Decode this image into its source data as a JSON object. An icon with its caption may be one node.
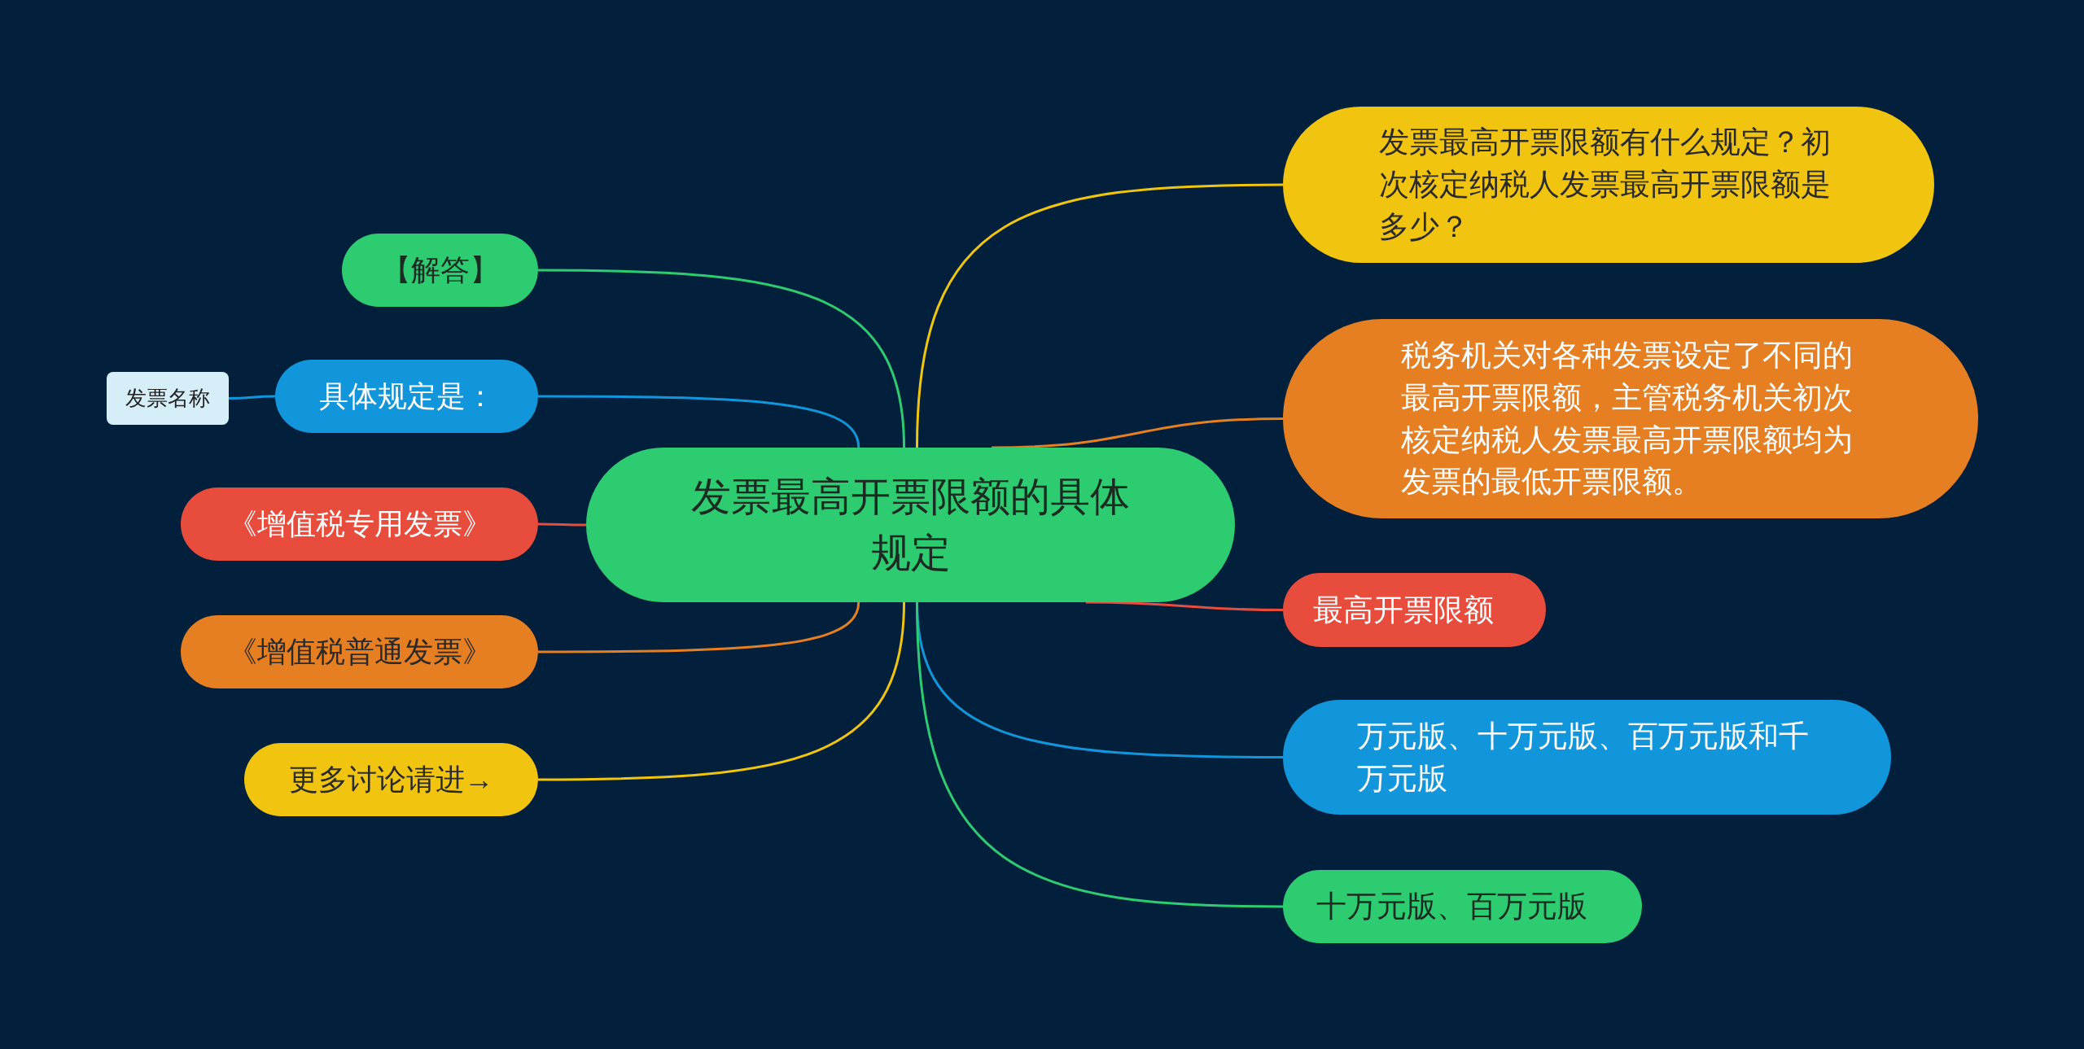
{
  "diagram": {
    "nodes": [
      {
        "text": [
          "发票最高开票限额的具体规定"
        ]
      },
      {
        "text": [
          "发票最高开票限额有什么规定？初次核定纳税人发票最高开票限额是多少？"
        ]
      },
      {
        "text": [
          "税务机关对各种发票设定了不同的最高开票限额，主管税务机关初次核定纳税人发票最高开票限额均为发票的最低开票限额。"
        ]
      },
      {
        "text": [
          "最高开票限额"
        ]
      },
      {
        "text": [
          "万元版、十万元版、百万元版和千万元版"
        ]
      },
      {
        "text": [
          "十万元版、百万元版"
        ]
      },
      {
        "text": [
          "【解答】"
        ]
      },
      {
        "text": [
          "具体规定是："
        ]
      },
      {
        "text": [
          "发票名称"
        ]
      },
      {
        "text": [
          "《增值税专用发票》"
        ]
      },
      {
        "text": [
          "《增值税普通发票》"
        ]
      },
      {
        "text": [
          "更多讨论请进→"
        ]
      }
    ],
    "edges": [
      {
        "from": 0,
        "to": 1,
        "arrow": "none",
        "color": "#f1c40f"
      },
      {
        "from": 0,
        "to": 2,
        "arrow": "none",
        "color": "#e67e22"
      },
      {
        "from": 0,
        "to": 3,
        "arrow": "none",
        "color": "#e74c3c"
      },
      {
        "from": 0,
        "to": 4,
        "arrow": "none",
        "color": "#1296db"
      },
      {
        "from": 0,
        "to": 5,
        "arrow": "none",
        "color": "#2ecc71"
      },
      {
        "from": 0,
        "to": 6,
        "arrow": "none",
        "color": "#2ecc71"
      },
      {
        "from": 0,
        "to": 7,
        "arrow": "none",
        "color": "#1296db"
      },
      {
        "from": 7,
        "to": 8,
        "arrow": "none",
        "color": "#1296db"
      },
      {
        "from": 0,
        "to": 9,
        "arrow": "none",
        "color": "#e74c3c"
      },
      {
        "from": 0,
        "to": 10,
        "arrow": "none",
        "color": "#e67e22"
      },
      {
        "from": 0,
        "to": 11,
        "arrow": "none",
        "color": "#f1c40f"
      }
    ]
  }
}
